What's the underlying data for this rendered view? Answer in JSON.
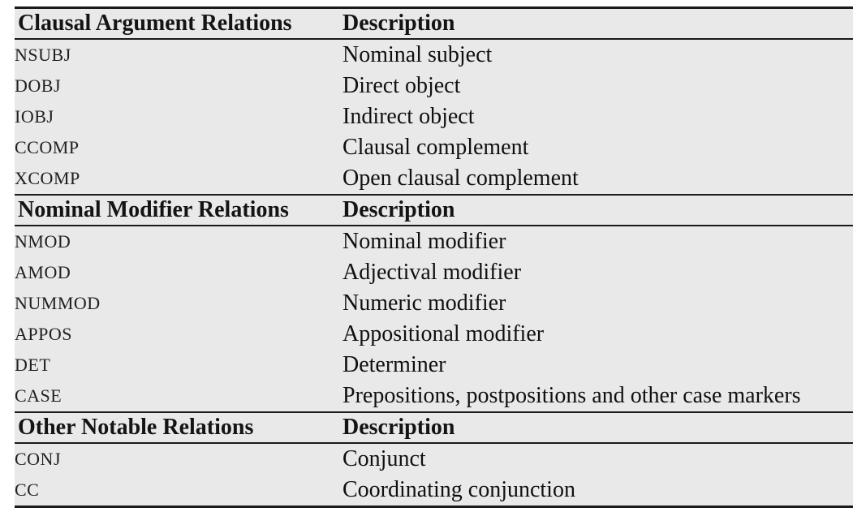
{
  "table": {
    "sections": [
      {
        "header": {
          "col1": "Clausal Argument Relations",
          "col2": "Description"
        },
        "rows": [
          {
            "relation": "NSUBJ",
            "description": "Nominal subject"
          },
          {
            "relation": "DOBJ",
            "description": "Direct object"
          },
          {
            "relation": "IOBJ",
            "description": "Indirect object"
          },
          {
            "relation": "CCOMP",
            "description": "Clausal complement"
          },
          {
            "relation": "XCOMP",
            "description": "Open clausal complement"
          }
        ]
      },
      {
        "header": {
          "col1": "Nominal Modifier Relations",
          "col2": "Description"
        },
        "rows": [
          {
            "relation": "NMOD",
            "description": "Nominal modifier"
          },
          {
            "relation": "AMOD",
            "description": "Adjectival modifier"
          },
          {
            "relation": "NUMMOD",
            "description": "Numeric modifier"
          },
          {
            "relation": "APPOS",
            "description": "Appositional modifier"
          },
          {
            "relation": "DET",
            "description": "Determiner"
          },
          {
            "relation": "CASE",
            "description": "Prepositions, postpositions and other case markers"
          }
        ]
      },
      {
        "header": {
          "col1": "Other Notable Relations",
          "col2": "Description"
        },
        "rows": [
          {
            "relation": "CONJ",
            "description": "Conjunct"
          },
          {
            "relation": "CC",
            "description": "Coordinating conjunction"
          }
        ]
      }
    ],
    "colors": {
      "table_background": "#e9e9e9",
      "rule": "#1a1a1a",
      "text": "#141414",
      "page_background": "#ffffff"
    }
  }
}
